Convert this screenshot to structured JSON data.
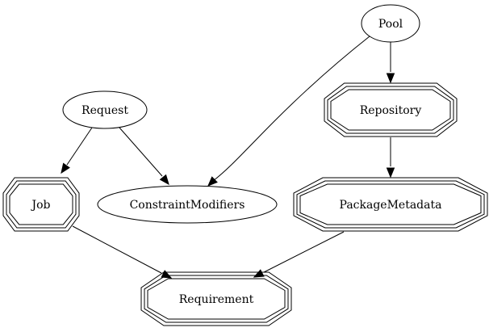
{
  "graph": {
    "nodes": [
      {
        "id": "pool",
        "label": "Pool",
        "shape": "ellipse"
      },
      {
        "id": "request",
        "label": "Request",
        "shape": "ellipse"
      },
      {
        "id": "repository",
        "label": "Repository",
        "shape": "tripleoctagon"
      },
      {
        "id": "job",
        "label": "Job",
        "shape": "tripleoctagon"
      },
      {
        "id": "constraintmodifiers",
        "label": "ConstraintModifiers",
        "shape": "ellipse"
      },
      {
        "id": "packagemetadata",
        "label": "PackageMetadata",
        "shape": "tripleoctagon"
      },
      {
        "id": "requirement",
        "label": "Requirement",
        "shape": "tripleoctagon"
      }
    ],
    "edges": [
      {
        "from": "pool",
        "to": "constraintmodifiers"
      },
      {
        "from": "pool",
        "to": "repository"
      },
      {
        "from": "request",
        "to": "job"
      },
      {
        "from": "request",
        "to": "constraintmodifiers"
      },
      {
        "from": "repository",
        "to": "packagemetadata"
      },
      {
        "from": "job",
        "to": "requirement"
      },
      {
        "from": "packagemetadata",
        "to": "requirement"
      }
    ]
  }
}
